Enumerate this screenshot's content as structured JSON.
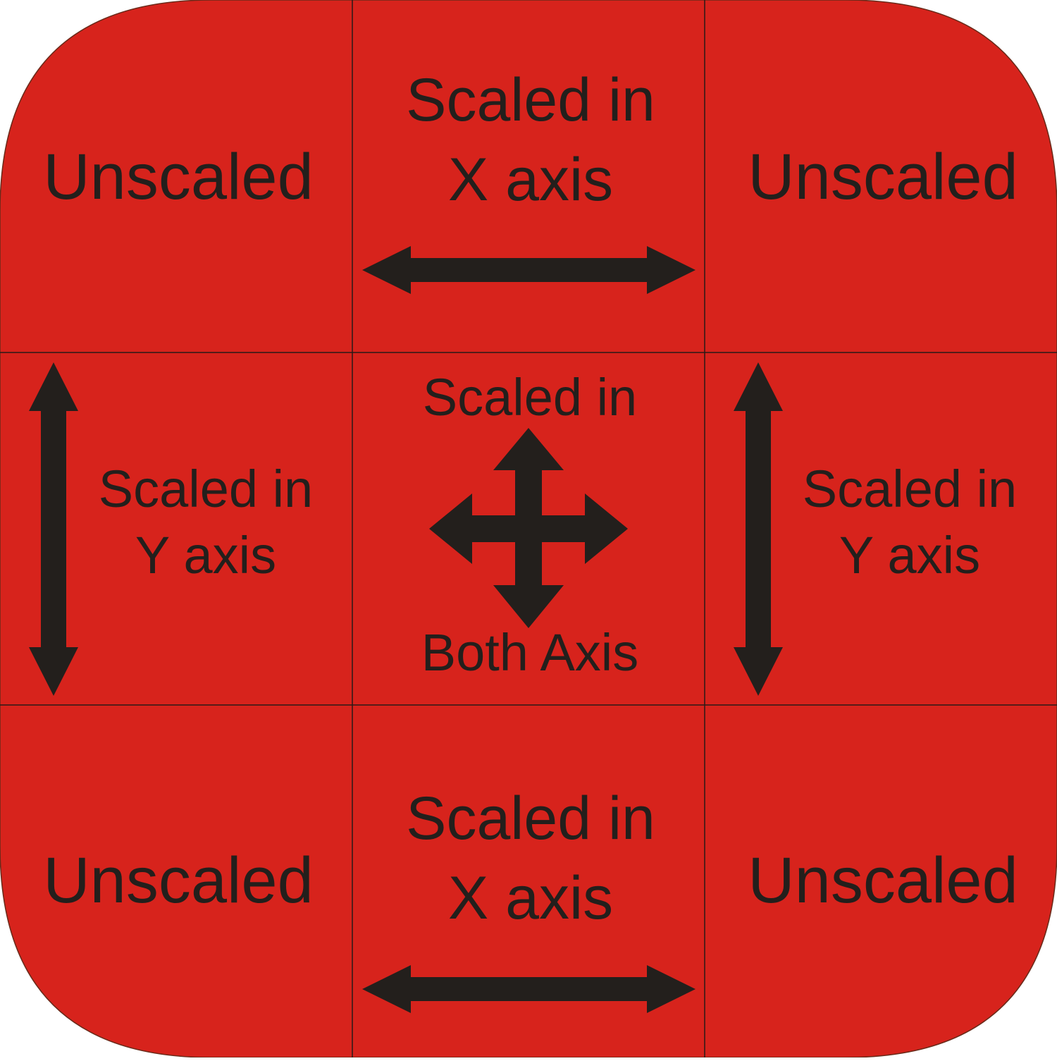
{
  "colors": {
    "background": "#ffffff",
    "fill": "#d7231c",
    "gridline": "#2a1a16",
    "arrow": "#231f1c",
    "text": "#231f1c"
  },
  "cells": {
    "top_left": {
      "line1": "Unscaled"
    },
    "top_center": {
      "line1": "Scaled in",
      "line2": "X axis",
      "arrow_icon": "horizontal-double-arrow"
    },
    "top_right": {
      "line1": "Unscaled"
    },
    "middle_left": {
      "line1": "Scaled in",
      "line2": "Y axis",
      "arrow_icon": "vertical-double-arrow"
    },
    "middle_center": {
      "line1": "Scaled in",
      "line2": "Both Axis",
      "arrow_icon": "four-way-arrow"
    },
    "middle_right": {
      "line1": "Scaled in",
      "line2": "Y axis",
      "arrow_icon": "vertical-double-arrow"
    },
    "bottom_left": {
      "line1": "Unscaled"
    },
    "bottom_center": {
      "line1": "Scaled in",
      "line2": "X axis",
      "arrow_icon": "horizontal-double-arrow"
    },
    "bottom_right": {
      "line1": "Unscaled"
    }
  }
}
